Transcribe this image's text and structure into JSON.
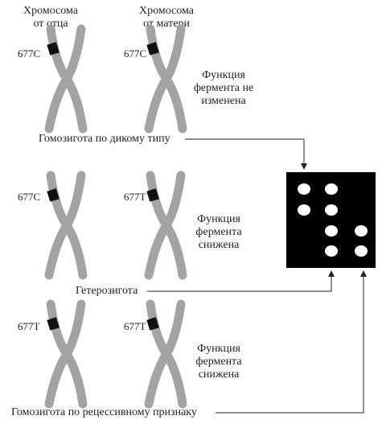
{
  "headers": {
    "father": [
      "Хромосома",
      "от отца"
    ],
    "mother": [
      "Хромосома",
      "от матери"
    ]
  },
  "rows": [
    {
      "left_allele": "677C",
      "right_allele": "677C",
      "function_lines": [
        "Функция",
        "фермента не",
        "изменена"
      ],
      "genotype_label": "Гомозигота по дикому типу"
    },
    {
      "left_allele": "677C",
      "right_allele": "677T",
      "function_lines": [
        "Функция",
        "фермента",
        "снижена"
      ],
      "genotype_label": "Гетерозигота"
    },
    {
      "left_allele": "677T",
      "right_allele": "677T",
      "function_lines": [
        "Функция",
        "фермента",
        "снижена"
      ],
      "genotype_label": "Гомозигота по рецессивному признаку"
    }
  ],
  "gel": {
    "background": "#000000",
    "band_color": "#ffffff"
  },
  "colors": {
    "chromosome": "#a3a3a3",
    "band": "#111111",
    "line": "#222222"
  }
}
